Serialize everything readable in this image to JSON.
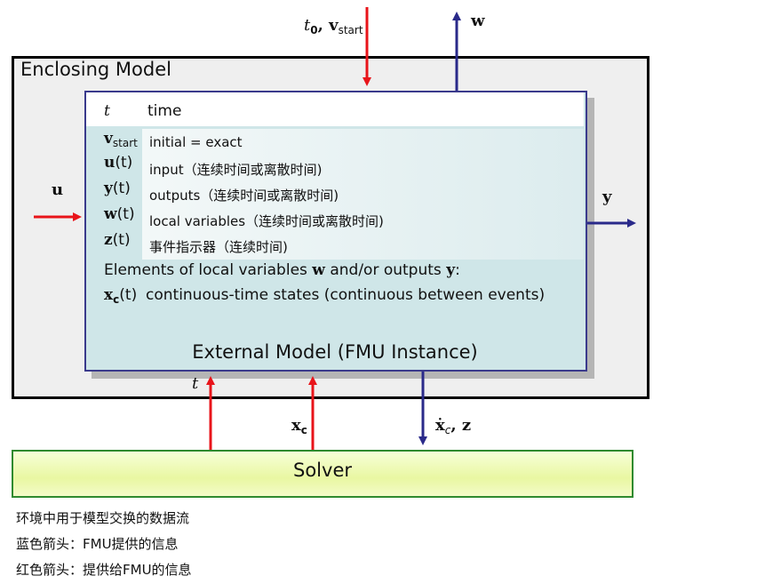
{
  "enclosing_model": {
    "title": "Enclosing Model"
  },
  "fmu": {
    "title": "External Model (FMU Instance)",
    "time_row": {
      "symbol": "t",
      "text": "time"
    },
    "rows": [
      {
        "symbol": "v",
        "sub": "start",
        "arg": "",
        "text": "initial = exact"
      },
      {
        "symbol": "u",
        "sub": "",
        "arg": "(t)",
        "text": "input（连续时间或离散时间)"
      },
      {
        "symbol": "y",
        "sub": "",
        "arg": "(t)",
        "text": "outputs（连续时间或离散时间)"
      },
      {
        "symbol": "w",
        "sub": "",
        "arg": "(t)",
        "text": "local variables（连续时间或离散时间)"
      },
      {
        "symbol": "z",
        "sub": "",
        "arg": "(t)",
        "text": "事件指示器（连续时间)"
      }
    ],
    "elements_line": {
      "pre": "Elements of local variables ",
      "w": "w",
      "mid": " and/or outputs ",
      "y": "y",
      "post": ":"
    },
    "xc_row": {
      "symbol": "x",
      "sub": "c",
      "arg": "(t)",
      "text": "continuous-time states (continuous between events)"
    }
  },
  "solver": {
    "label": "Solver"
  },
  "arrow_labels": {
    "top_in_t": "t",
    "top_in_sub": "0",
    "top_in_v": ", v",
    "top_in_vsub": "start",
    "top_out": "w",
    "left_in": "u",
    "right_out": "y",
    "bottom_t": "t",
    "bottom_xc": "x",
    "bottom_xc_sub": "c",
    "bottom_out": "ẋ",
    "bottom_out_sub": "c",
    "bottom_out_z": ", z"
  },
  "notes": [
    "环境中用于模型交换的数据流",
    "蓝色箭头：FMU提供的信息",
    "红色箭头：提供给FMU的信息"
  ],
  "colors": {
    "input_arrow": "#e8141a",
    "output_arrow": "#2a2a8a"
  }
}
